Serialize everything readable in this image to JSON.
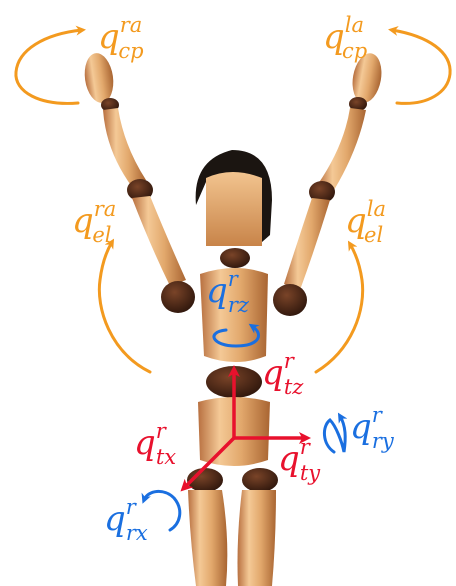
{
  "colors": {
    "orange": "#f39a1f",
    "red": "#e8112d",
    "blue": "#1a6fe0",
    "wood_light": "#f2c48f",
    "wood_mid": "#d9975a",
    "wood_dark": "#a96532",
    "joint": "#4a2616",
    "hair": "#1b1511"
  },
  "labels": {
    "q_cp_ra": {
      "base": "q",
      "sub": "cp",
      "sup": "ra"
    },
    "q_cp_la": {
      "base": "q",
      "sub": "cp",
      "sup": "la"
    },
    "q_el_ra": {
      "base": "q",
      "sub": "el",
      "sup": "ra"
    },
    "q_el_la": {
      "base": "q",
      "sub": "el",
      "sup": "la"
    },
    "q_rz": {
      "base": "q",
      "sub": "rz",
      "sup": "r"
    },
    "q_tz": {
      "base": "q",
      "sub": "tz",
      "sup": "r"
    },
    "q_tx": {
      "base": "q",
      "sub": "tx",
      "sup": "r"
    },
    "q_ty": {
      "base": "q",
      "sub": "ty",
      "sup": "r"
    },
    "q_ry": {
      "base": "q",
      "sub": "ry",
      "sup": "r"
    },
    "q_rx": {
      "base": "q",
      "sub": "rx",
      "sup": "r"
    }
  }
}
